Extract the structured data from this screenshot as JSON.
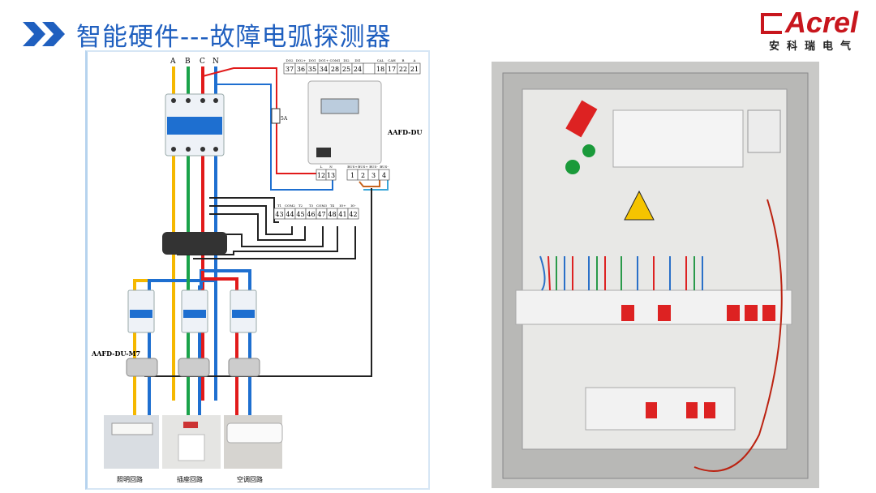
{
  "slide": {
    "title": "智能硬件---故障电弧探测器",
    "title_icon": "double-chevron-right-icon",
    "accent_color": "#1f5fbf"
  },
  "logo": {
    "word": "Acrel",
    "subtitle": "安科瑞电气",
    "color": "#c8161d"
  },
  "diagram": {
    "phases": [
      "A",
      "B",
      "C",
      "N"
    ],
    "fuse_label": "5A",
    "device_label": "AAFD-DU",
    "sensor_label": "AAFD-DU-M7",
    "top_terminals": {
      "headers": [
        "DO2",
        "DO2+",
        "DO1",
        "DO1+",
        "COM1",
        "DI2",
        "DI1",
        "",
        "CAL",
        "CAH",
        "B",
        "A"
      ],
      "numbers": [
        "37",
        "36",
        "35",
        "34",
        "28",
        "25",
        "24",
        "",
        "18",
        "17",
        "22",
        "21"
      ]
    },
    "power_terminals": {
      "headers": [
        "L",
        "N"
      ],
      "numbers": [
        "12",
        "13"
      ]
    },
    "bus_terminals": {
      "headers": [
        "BUS+",
        "BUS+",
        "BUS-",
        "BUS-"
      ],
      "numbers": [
        "1",
        "2",
        "3",
        "4"
      ]
    },
    "bottom_terminals": {
      "headers": [
        "T1",
        "COM2",
        "T2",
        "T3",
        "COM3",
        "T4",
        "IO+",
        "IO-"
      ],
      "numbers": [
        "43",
        "44",
        "45",
        "46",
        "47",
        "48",
        "41",
        "42"
      ]
    },
    "loads": [
      {
        "label": "照明回路",
        "icon": "ceiling-light-image"
      },
      {
        "label": "插座回路",
        "icon": "wall-socket-image"
      },
      {
        "label": "空调回路",
        "icon": "air-conditioner-image"
      }
    ],
    "wire_colors": {
      "A": "#f5b800",
      "B": "#1aa34a",
      "C": "#e11a1a",
      "N": "#1e6fd0"
    }
  },
  "photo": {
    "description_icon": "distribution-cabinet-photo"
  }
}
